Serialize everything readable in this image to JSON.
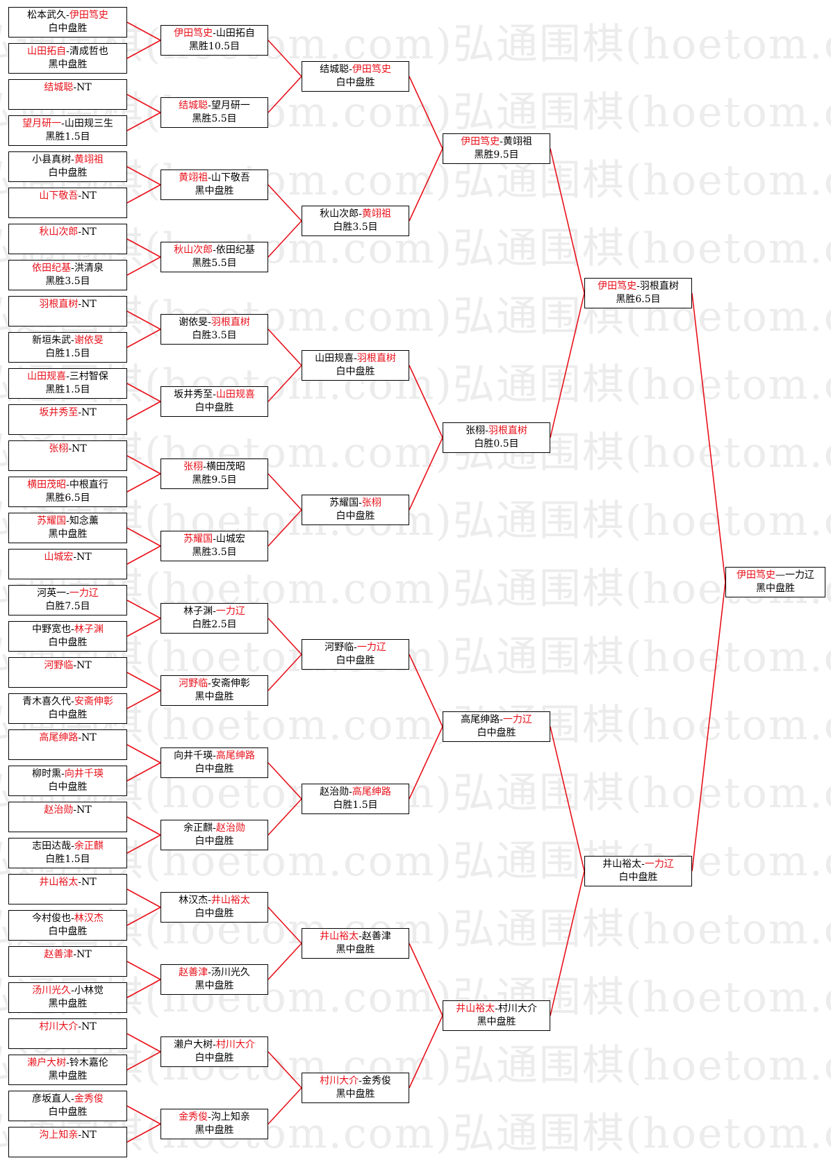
{
  "watermark": "弘通围棋(hoetom.com)弘通围棋(hoetom.com)",
  "colors": {
    "winner": "#e8101a",
    "line": "#e8101a",
    "text": "#000000",
    "border": "#000000"
  },
  "round1": [
    {
      "p1": "松本武久",
      "p2": "伊田笃史",
      "sep": "-",
      "winner": 2,
      "result": "白中盘胜"
    },
    {
      "p1": "山田拓自",
      "p2": "清成哲也",
      "sep": "-",
      "winner": 1,
      "result": "黑中盘胜"
    },
    {
      "p1": "结城聪",
      "p2": "NT",
      "sep": "-",
      "winner": 1,
      "result": ""
    },
    {
      "p1": "望月研一",
      "p2": "山田规三生",
      "sep": "-",
      "winner": 1,
      "result": "黑胜1.5目"
    },
    {
      "p1": "小县真树",
      "p2": "黄翊祖",
      "sep": "-",
      "winner": 2,
      "result": "白中盘胜"
    },
    {
      "p1": "山下敬吾",
      "p2": "NT",
      "sep": "-",
      "winner": 1,
      "result": ""
    },
    {
      "p1": "秋山次郎",
      "p2": "NT",
      "sep": "-",
      "winner": 1,
      "result": ""
    },
    {
      "p1": "依田纪基",
      "p2": "洪清泉",
      "sep": "-",
      "winner": 1,
      "result": "黑胜3.5目"
    },
    {
      "p1": "羽根直树",
      "p2": "NT",
      "sep": "-",
      "winner": 1,
      "result": ""
    },
    {
      "p1": "新垣朱武",
      "p2": "谢依旻",
      "sep": "-",
      "winner": 2,
      "result": "白胜1.5目"
    },
    {
      "p1": "山田规喜",
      "p2": "三村智保",
      "sep": "-",
      "winner": 1,
      "result": "黑胜1.5目"
    },
    {
      "p1": "坂井秀至",
      "p2": "NT",
      "sep": "-",
      "winner": 1,
      "result": ""
    },
    {
      "p1": "张栩",
      "p2": "NT",
      "sep": "-",
      "winner": 1,
      "result": ""
    },
    {
      "p1": "横田茂昭",
      "p2": "中根直行",
      "sep": "-",
      "winner": 1,
      "result": "黑胜6.5目"
    },
    {
      "p1": "苏耀国",
      "p2": "知念薰",
      "sep": "-",
      "winner": 1,
      "result": "黑中盘胜"
    },
    {
      "p1": "山城宏",
      "p2": "NT",
      "sep": "-",
      "winner": 1,
      "result": ""
    },
    {
      "p1": "河英一",
      "p2": "一力辽",
      "sep": "-",
      "winner": 2,
      "result": "白胜7.5目"
    },
    {
      "p1": "中野宽也",
      "p2": "林子渊",
      "sep": "-",
      "winner": 2,
      "result": "白中盘胜"
    },
    {
      "p1": "河野临",
      "p2": "NT",
      "sep": "-",
      "winner": 1,
      "result": ""
    },
    {
      "p1": "青木喜久代",
      "p2": "安斋伸彰",
      "sep": "-",
      "winner": 2,
      "result": "白中盘胜"
    },
    {
      "p1": "高尾绅路",
      "p2": "NT",
      "sep": "-",
      "winner": 1,
      "result": ""
    },
    {
      "p1": "柳时熏",
      "p2": "向井千瑛",
      "sep": "-",
      "winner": 2,
      "result": "白中盘胜"
    },
    {
      "p1": "赵治勋",
      "p2": "NT",
      "sep": "-",
      "winner": 1,
      "result": ""
    },
    {
      "p1": "志田达哉",
      "p2": "余正麒",
      "sep": "-",
      "winner": 2,
      "result": "白胜1.5目"
    },
    {
      "p1": "井山裕太",
      "p2": "NT",
      "sep": "-",
      "winner": 1,
      "result": ""
    },
    {
      "p1": "今村俊也",
      "p2": "林汉杰",
      "sep": "-",
      "winner": 2,
      "result": "白中盘胜"
    },
    {
      "p1": "赵善津",
      "p2": "NT",
      "sep": "-",
      "winner": 1,
      "result": ""
    },
    {
      "p1": "汤川光久",
      "p2": "小林觉",
      "sep": "-",
      "winner": 1,
      "result": "黑中盘胜"
    },
    {
      "p1": "村川大介",
      "p2": "NT",
      "sep": "-",
      "winner": 1,
      "result": ""
    },
    {
      "p1": "濑户大树",
      "p2": "铃木嘉伦",
      "sep": "-",
      "winner": 1,
      "result": "黑中盘胜"
    },
    {
      "p1": "彦坂直人",
      "p2": "金秀俊",
      "sep": "-",
      "winner": 2,
      "result": "白中盘胜"
    },
    {
      "p1": "沟上知亲",
      "p2": "NT",
      "sep": "-",
      "winner": 1,
      "result": ""
    }
  ],
  "round2": [
    {
      "p1": "伊田笃史",
      "p2": "山田拓自",
      "sep": "-",
      "winner": 1,
      "result": "黑胜10.5目"
    },
    {
      "p1": "结城聪",
      "p2": "望月研一",
      "sep": "-",
      "winner": 1,
      "result": "黑胜5.5目"
    },
    {
      "p1": "黄翊祖",
      "p2": "山下敬吾",
      "sep": "-",
      "winner": 1,
      "result": "黑中盘胜"
    },
    {
      "p1": "秋山次郎",
      "p2": "依田纪基",
      "sep": "-",
      "winner": 1,
      "result": "黑胜5.5目"
    },
    {
      "p1": "谢依旻",
      "p2": "羽根直树",
      "sep": "-",
      "winner": 2,
      "result": "白胜3.5目"
    },
    {
      "p1": "坂井秀至",
      "p2": "山田规喜",
      "sep": "-",
      "winner": 2,
      "result": "白中盘胜"
    },
    {
      "p1": "张栩",
      "p2": "横田茂昭",
      "sep": "-",
      "winner": 1,
      "result": "黑胜9.5目"
    },
    {
      "p1": "苏耀国",
      "p2": "山城宏",
      "sep": "-",
      "winner": 1,
      "result": "黑胜3.5目"
    },
    {
      "p1": "林子渊",
      "p2": "一力辽",
      "sep": "-",
      "winner": 2,
      "result": "白胜2.5目"
    },
    {
      "p1": "河野临",
      "p2": "安斋伸彰",
      "sep": "-",
      "winner": 1,
      "result": "黑中盘胜"
    },
    {
      "p1": "向井千瑛",
      "p2": "高尾绅路",
      "sep": "-",
      "winner": 2,
      "result": "白中盘胜"
    },
    {
      "p1": "余正麒",
      "p2": "赵治勋",
      "sep": "-",
      "winner": 2,
      "result": "白中盘胜"
    },
    {
      "p1": "林汉杰",
      "p2": "井山裕太",
      "sep": "-",
      "winner": 2,
      "result": "白中盘胜"
    },
    {
      "p1": "赵善津",
      "p2": "汤川光久",
      "sep": "-",
      "winner": 1,
      "result": "黑中盘胜"
    },
    {
      "p1": "濑户大树",
      "p2": "村川大介",
      "sep": "-",
      "winner": 2,
      "result": "白中盘胜"
    },
    {
      "p1": "金秀俊",
      "p2": "沟上知亲",
      "sep": "-",
      "winner": 1,
      "result": "黑中盘胜"
    }
  ],
  "round3": [
    {
      "p1": "结城聪",
      "p2": "伊田笃史",
      "sep": "-",
      "winner": 2,
      "result": "白中盘胜"
    },
    {
      "p1": "秋山次郎",
      "p2": "黄翊祖",
      "sep": "-",
      "winner": 2,
      "result": "白胜3.5目"
    },
    {
      "p1": "山田规喜",
      "p2": "羽根直树",
      "sep": "-",
      "winner": 2,
      "result": "白中盘胜"
    },
    {
      "p1": "苏耀国",
      "p2": "张栩",
      "sep": "-",
      "winner": 2,
      "result": "白中盘胜"
    },
    {
      "p1": "河野临",
      "p2": "一力辽",
      "sep": "-",
      "winner": 2,
      "result": "白中盘胜"
    },
    {
      "p1": "赵治勋",
      "p2": "高尾绅路",
      "sep": "-",
      "winner": 2,
      "result": "白胜1.5目"
    },
    {
      "p1": "井山裕太",
      "p2": "赵善津",
      "sep": "-",
      "winner": 1,
      "result": "黑中盘胜"
    },
    {
      "p1": "村川大介",
      "p2": "金秀俊",
      "sep": "-",
      "winner": 1,
      "result": "黑中盘胜"
    }
  ],
  "round4": [
    {
      "p1": "伊田笃史",
      "p2": "黄翊祖",
      "sep": "-",
      "winner": 1,
      "result": "黑胜9.5目"
    },
    {
      "p1": "张栩",
      "p2": "羽根直树",
      "sep": "-",
      "winner": 2,
      "result": "白胜0.5目"
    },
    {
      "p1": "高尾绅路",
      "p2": "一力辽",
      "sep": "-",
      "winner": 2,
      "result": "白中盘胜"
    },
    {
      "p1": "井山裕太",
      "p2": "村川大介",
      "sep": "-",
      "winner": 1,
      "result": "黑中盘胜"
    }
  ],
  "round5": [
    {
      "p1": "伊田笃史",
      "p2": "羽根直树",
      "sep": "-",
      "winner": 1,
      "result": "黑胜6.5目"
    },
    {
      "p1": "井山裕太",
      "p2": "一力辽",
      "sep": "-",
      "winner": 2,
      "result": "白中盘胜"
    }
  ],
  "round6": [
    {
      "p1": "伊田笃史",
      "p2": "一力辽",
      "sep": "—",
      "winner": 1,
      "result": "黑中盘胜"
    }
  ]
}
